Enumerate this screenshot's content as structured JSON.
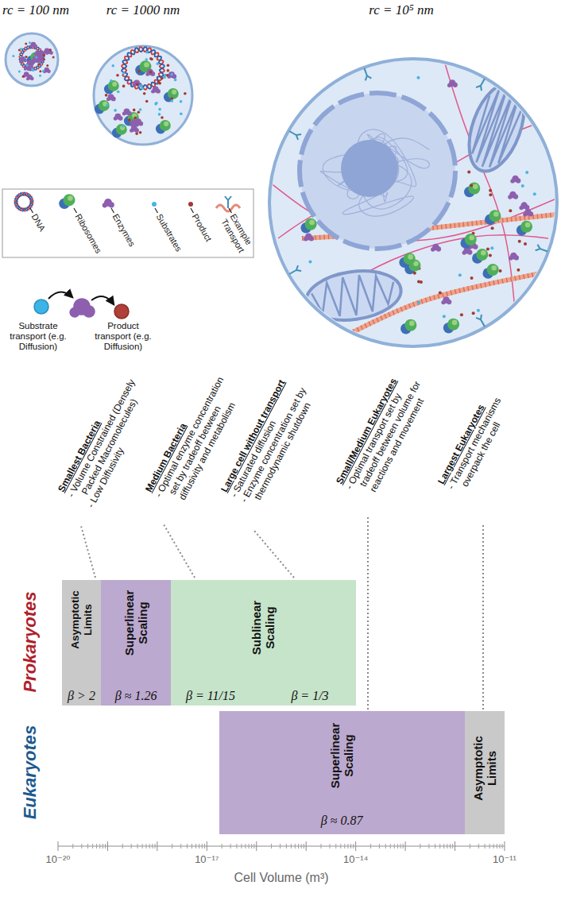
{
  "diagram": {
    "nodes": [
      {
        "text": [
          "Asymptotic Limits",
          "β > 2"
        ]
      },
      {
        "text": [
          "Superlinear Scaling",
          "β ≈ 1.26"
        ]
      },
      {
        "text": [
          "Sublinear Scaling",
          "β = 11/15",
          "β = 1/3"
        ]
      },
      {
        "text": [
          "Superlinear Scaling",
          "β ≈ 0.87"
        ]
      },
      {
        "text": [
          "Asymptotic Limits"
        ]
      }
    ],
    "labels": [
      "rc = 100 nm",
      "rc = 1000 nm",
      "rc = 10⁵ nm",
      "Substrate transport (e.g. Diffusion)",
      "Product transport (e.g. Diffusion)",
      "Smallest Bacteria",
      "- Volume Constrained (Densely Packed Macromolecules)",
      "- Low Diffusivity",
      "Medium Bacteria",
      "- Optimal enzyme concentration set by tradeoff between diffusivity and metabolism",
      "Large cell without transport",
      "- Saturated diffusion",
      "- Enzyme concentration set by thermodynamic shutdown",
      "Small/Medium Eukaryotes",
      "- Optimal transport set by tradeoff between volume for reactions and movement",
      "Largest Eukaryotes",
      "- Transport mechanisms overpack the cell",
      "Prokaryotes",
      "Eukaryotes",
      "10⁻²⁰",
      "10⁻¹⁷",
      "10⁻¹⁴",
      "10⁻¹¹",
      "Cell Volume (m³)"
    ],
    "legend": [
      {
        "text": "DNA"
      },
      {
        "text": "Ribosomes"
      },
      {
        "text": "Enzymes"
      },
      {
        "text": "Substrates"
      },
      {
        "text": "Product"
      },
      {
        "text": "Example Transport"
      }
    ]
  }
}
